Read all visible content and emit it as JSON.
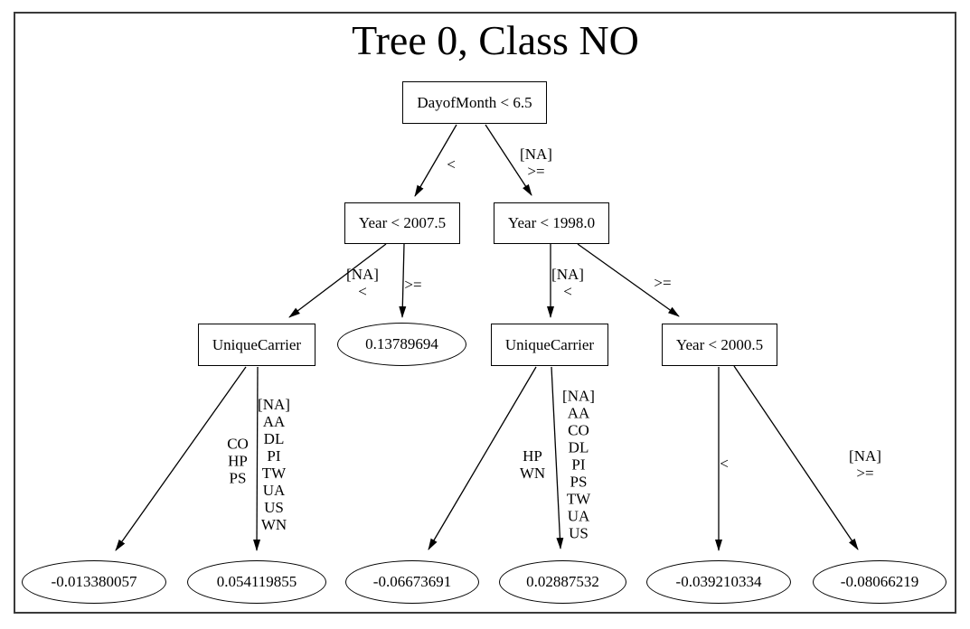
{
  "title": "Tree 0, Class NO",
  "nodes": {
    "root": "DayofMonth < 6.5",
    "year_left": "Year < 2007.5",
    "year_right": "Year < 1998.0",
    "carrier_left": "UniqueCarrier",
    "carrier_mid": "UniqueCarrier",
    "year_2000": "Year < 2000.5"
  },
  "leaves": {
    "leaf_top": "0.13789694",
    "leaf_1": "-0.013380057",
    "leaf_2": "0.054119855",
    "leaf_3": "-0.06673691",
    "leaf_4": "0.02887532",
    "leaf_5": "-0.039210334",
    "leaf_6": "-0.08066219"
  },
  "edge_labels": {
    "root_left": "<",
    "root_right": "[NA]\n>=",
    "year_left_left": "[NA]\n<",
    "year_left_right": ">=",
    "year_right_left": "[NA]\n<",
    "year_right_right": ">=",
    "carrier_left_left": "CO\nHP\nPS",
    "carrier_left_right": "[NA]\nAA\nDL\nPI\nTW\nUA\nUS\nWN",
    "carrier_mid_left": "HP\nWN",
    "carrier_mid_right": "[NA]\nAA\nCO\nDL\nPI\nPS\nTW\nUA\nUS",
    "year_2000_left": "<",
    "year_2000_right": "[NA]\n>="
  },
  "colors": {
    "frame_border": "#3a3a3a",
    "node_border": "#000000",
    "edge": "#000000",
    "text": "#000000",
    "background": "#ffffff"
  }
}
